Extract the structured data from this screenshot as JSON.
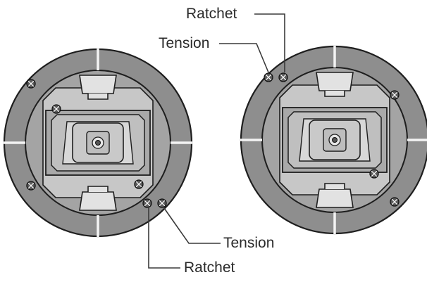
{
  "callouts": {
    "ratchet_top": "Ratchet",
    "tension_top": "Tension",
    "tension_bottom": "Tension",
    "ratchet_bottom": "Ratchet"
  }
}
